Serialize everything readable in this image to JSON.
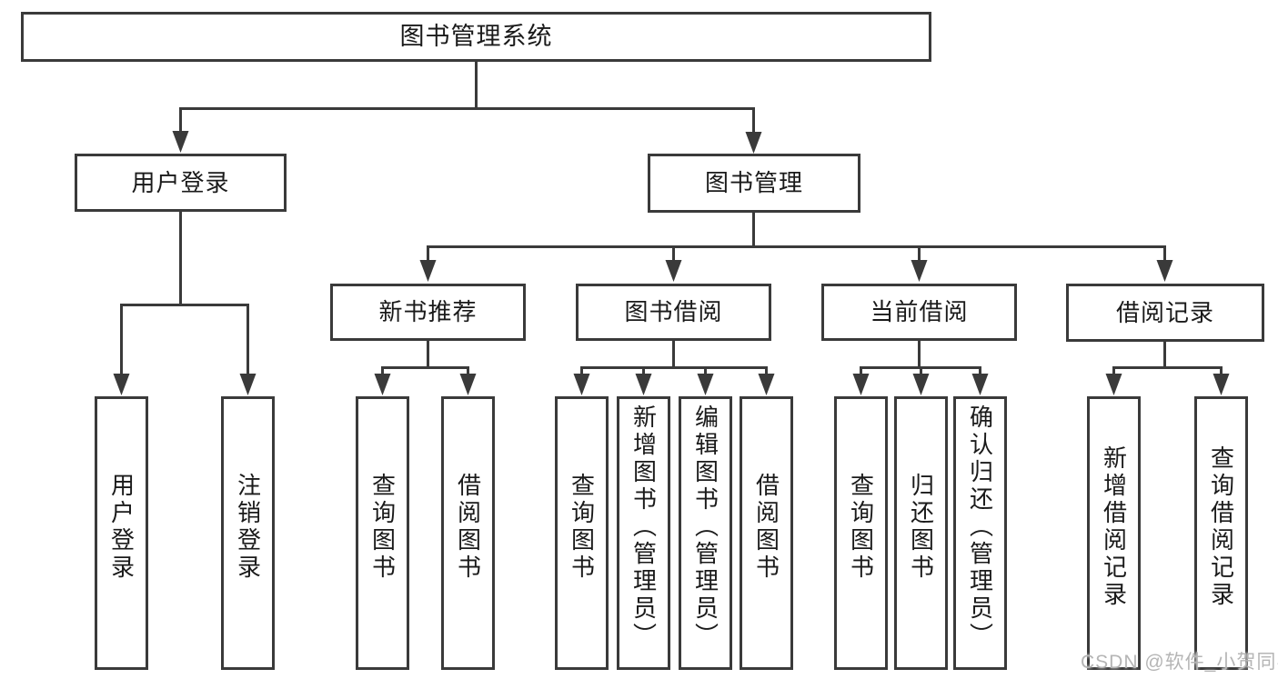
{
  "diagram": {
    "root": {
      "label": "图书管理系统"
    },
    "branches": [
      {
        "label": "用户登录",
        "children": [
          {
            "label": "用户登录"
          },
          {
            "label": "注销登录"
          }
        ]
      },
      {
        "label": "图书管理",
        "children": [
          {
            "label": "新书推荐",
            "children": [
              {
                "label": "查询图书"
              },
              {
                "label": "借阅图书"
              }
            ]
          },
          {
            "label": "图书借阅",
            "children": [
              {
                "label": "查询图书"
              },
              {
                "label": "新增图书（管理员）"
              },
              {
                "label": "编辑图书（管理员）"
              },
              {
                "label": "借阅图书"
              }
            ]
          },
          {
            "label": "当前借阅",
            "children": [
              {
                "label": "查询图书"
              },
              {
                "label": "归还图书"
              },
              {
                "label": "确认归还（管理员）"
              }
            ]
          },
          {
            "label": "借阅记录",
            "children": [
              {
                "label": "新增借阅记录"
              },
              {
                "label": "查询借阅记录"
              }
            ]
          }
        ]
      }
    ]
  },
  "watermark": {
    "text": "CSDN @软件_小贺同学"
  },
  "colors": {
    "line": "#3a3a3a",
    "text": "#1a1a1a",
    "watermark": "#b5b5b5",
    "background": "#ffffff"
  }
}
